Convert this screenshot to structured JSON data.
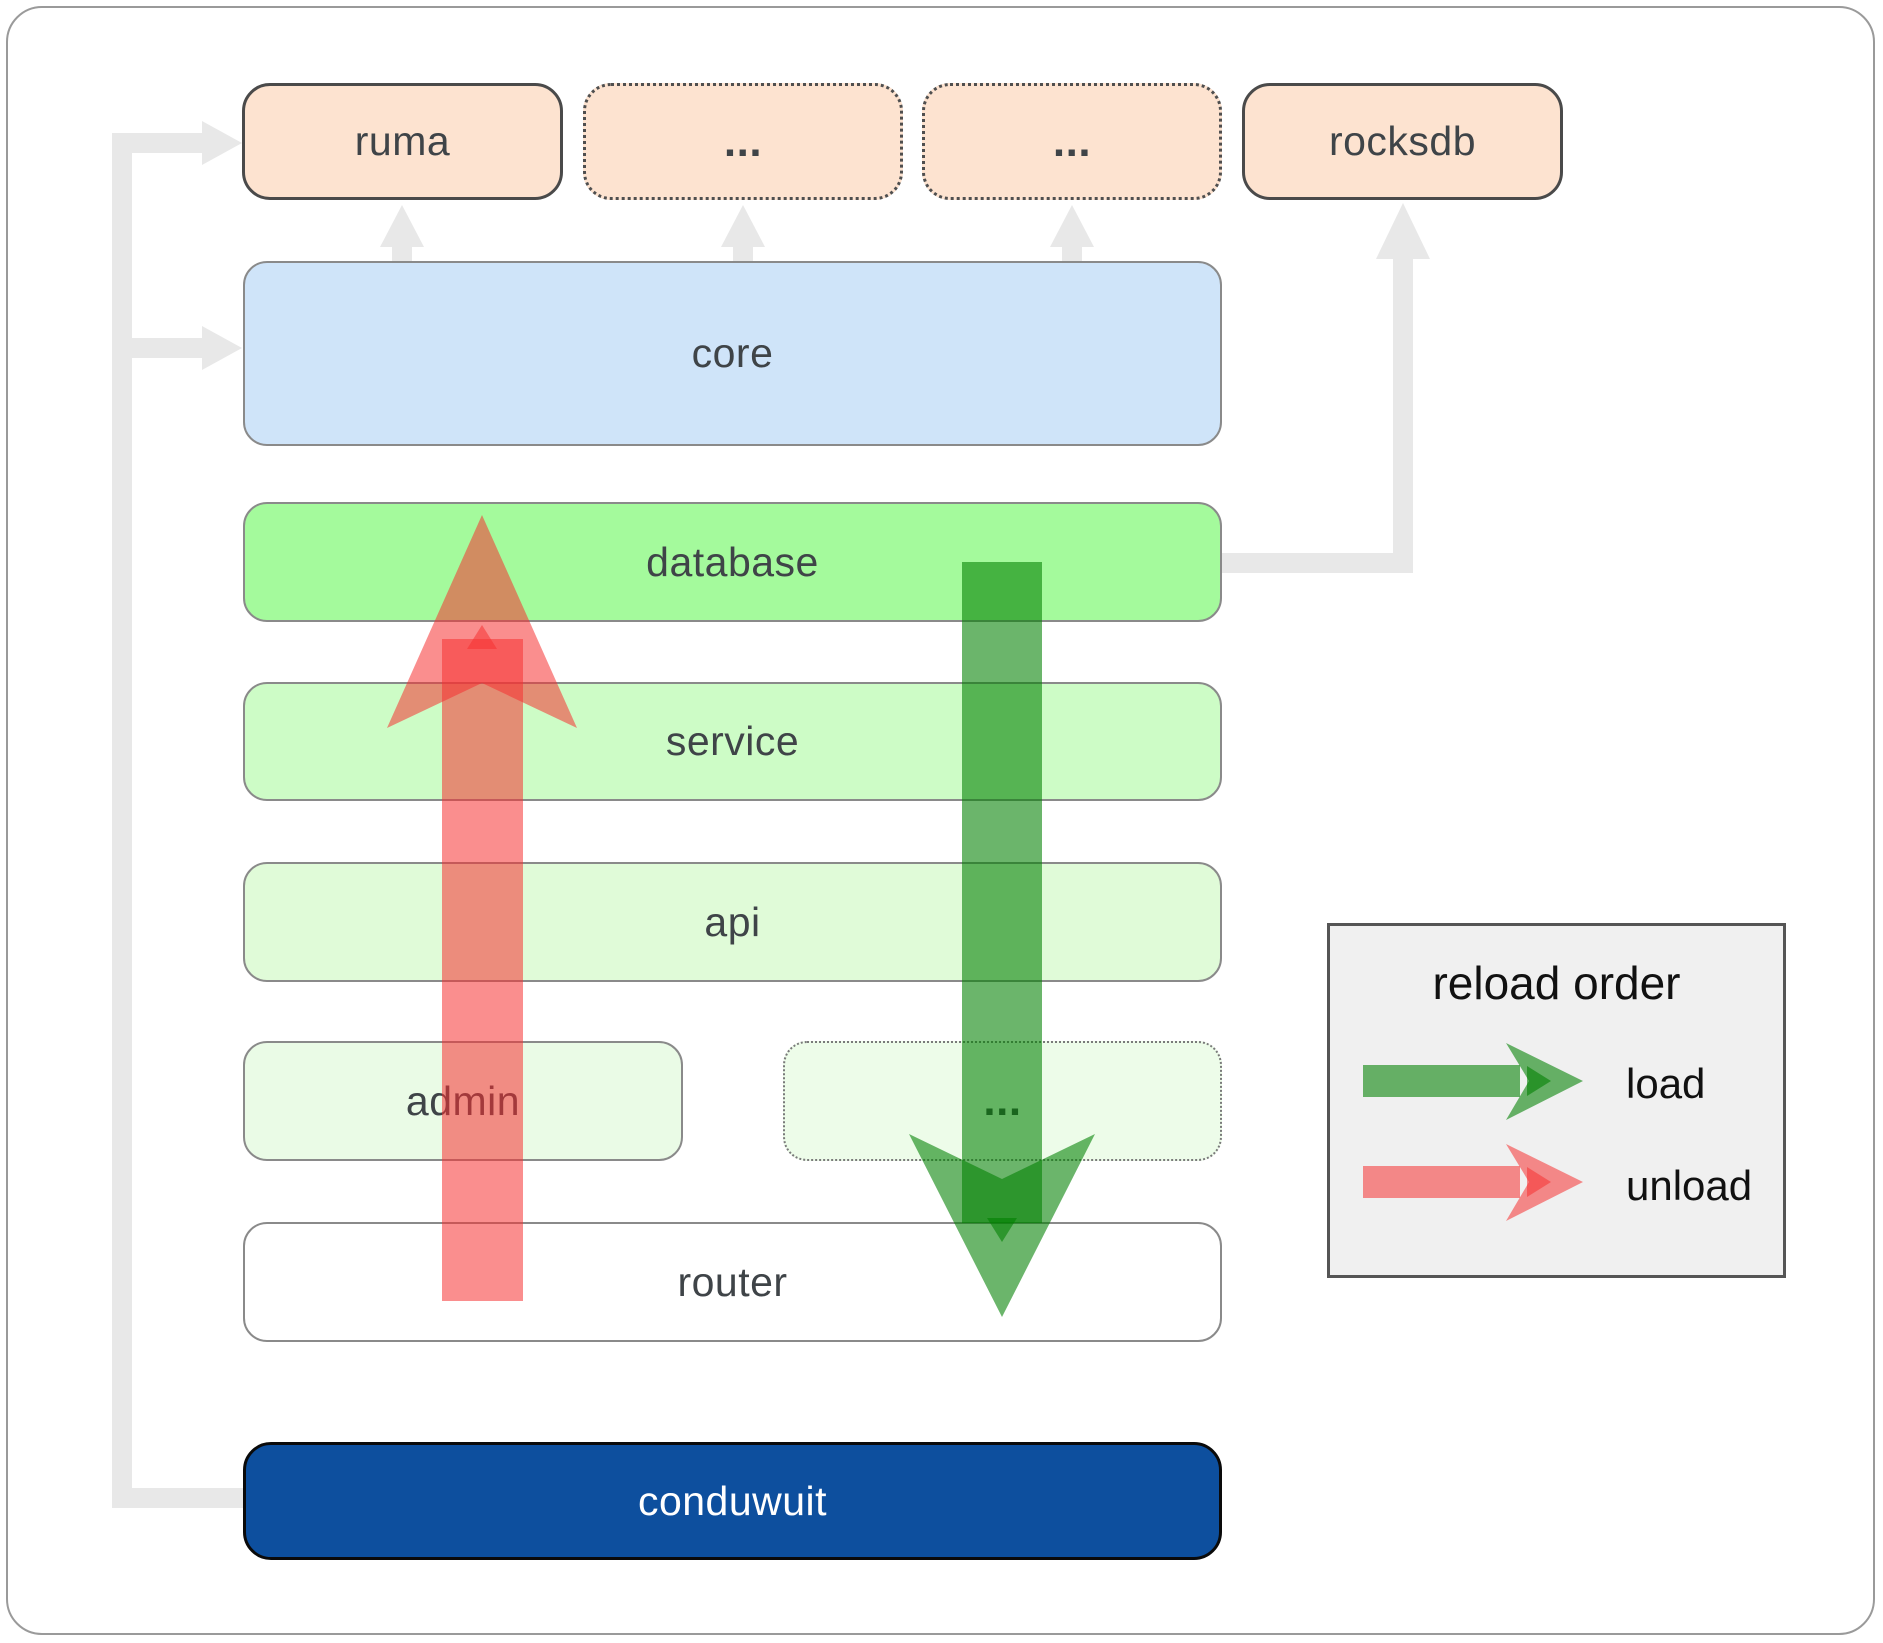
{
  "boxes": {
    "ruma": "ruma",
    "ellipsis1": "...",
    "ellipsis2": "...",
    "rocksdb": "rocksdb",
    "core": "core",
    "database": "database",
    "service": "service",
    "api": "api",
    "admin": "admin",
    "ellipsis3": "...",
    "router": "router",
    "conduwuit": "conduwuit"
  },
  "legend": {
    "title": "reload order",
    "load_label": "load",
    "unload_label": "unload"
  },
  "colors": {
    "load_arrow_green": "#008000",
    "unload_arrow_red": "#f53232",
    "connector_gray": "#e8e8e8",
    "top_box_bg": "#fde3d0",
    "core_bg": "#cfe4f9",
    "database_bg": "#a4fa9c",
    "service_bg": "#cdfcc6",
    "api_bg": "#e0fbd8",
    "admin_bg": "#eafbe6",
    "router_bg": "#ffffff",
    "conduwuit_bg": "#0d4f9e",
    "legend_bg": "#f0f0f0",
    "label_color": "#3f4448"
  }
}
